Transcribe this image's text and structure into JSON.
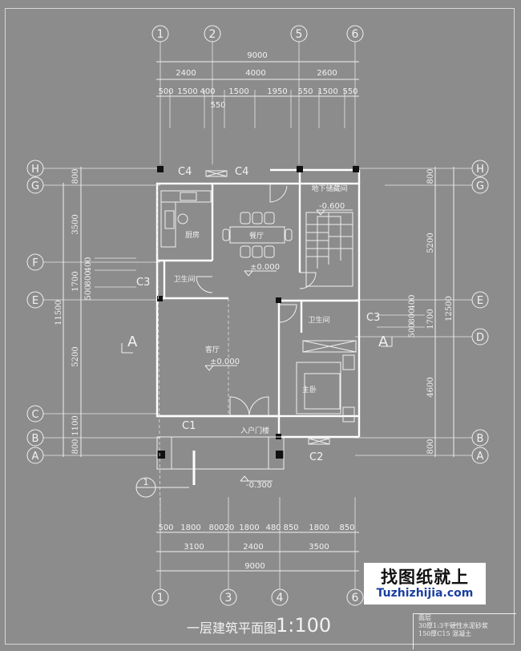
{
  "title": {
    "floor": "一层建筑平面图",
    "scale": "1:100"
  },
  "watermark": {
    "brand": "找图纸就上",
    "site": "Tuzhizhijia.com"
  },
  "axes": {
    "top": [
      "1",
      "2",
      "5",
      "6"
    ],
    "bottom": [
      "1",
      "3",
      "4",
      "6"
    ],
    "left": [
      "H",
      "G",
      "F",
      "E",
      "C",
      "B",
      "A"
    ],
    "right": [
      "H",
      "G",
      "E",
      "D",
      "B",
      "A"
    ]
  },
  "dims": {
    "top_total": "9000",
    "top_mid": [
      "2400",
      "4000",
      "2600"
    ],
    "top_detail": [
      "500",
      "1500",
      "400",
      "1500",
      "1950",
      "550",
      "1500",
      "550"
    ],
    "top_sub": "550",
    "bottom_detail": [
      "500",
      "1800",
      "800",
      "20",
      "1800",
      "480",
      "850",
      "1800",
      "850"
    ],
    "bottom_mid": [
      "3100",
      "2400",
      "3500"
    ],
    "bottom_total": "9000",
    "left_total": "11500",
    "left_detail": [
      "800",
      "3500",
      "1700",
      "500",
      "800",
      "400",
      "5200",
      "1100",
      "800"
    ],
    "right_total": "12500",
    "right_detail": [
      "800",
      "5200",
      "500",
      "800",
      "400",
      "1700",
      "4600",
      "800"
    ]
  },
  "rooms": {
    "kitchen": "厨房",
    "dining": "餐厅",
    "storage": "地下储藏间",
    "toilet1": "卫生间",
    "toilet2": "卫生间",
    "living": "客厅",
    "bedroom": "主卧",
    "entry": "入户门楼"
  },
  "levels": {
    "storage": "-0.600",
    "dining": "±0.000",
    "living": "±0.000",
    "outside": "-0.300"
  },
  "openings": {
    "c4a": "C4",
    "c4b": "C4",
    "c3a": "C3",
    "c3b": "C3",
    "c1": "C1",
    "c2": "C2"
  },
  "section": {
    "left": "A",
    "right": "A"
  },
  "detail_ref": "1",
  "notes": [
    "面层",
    "30厚1:3干硬性水泥砂浆",
    "150厚C15  混凝土"
  ],
  "colors": {
    "background": "#8c8c8c",
    "line": "#f2f2f2",
    "wall": "#ffffff"
  }
}
